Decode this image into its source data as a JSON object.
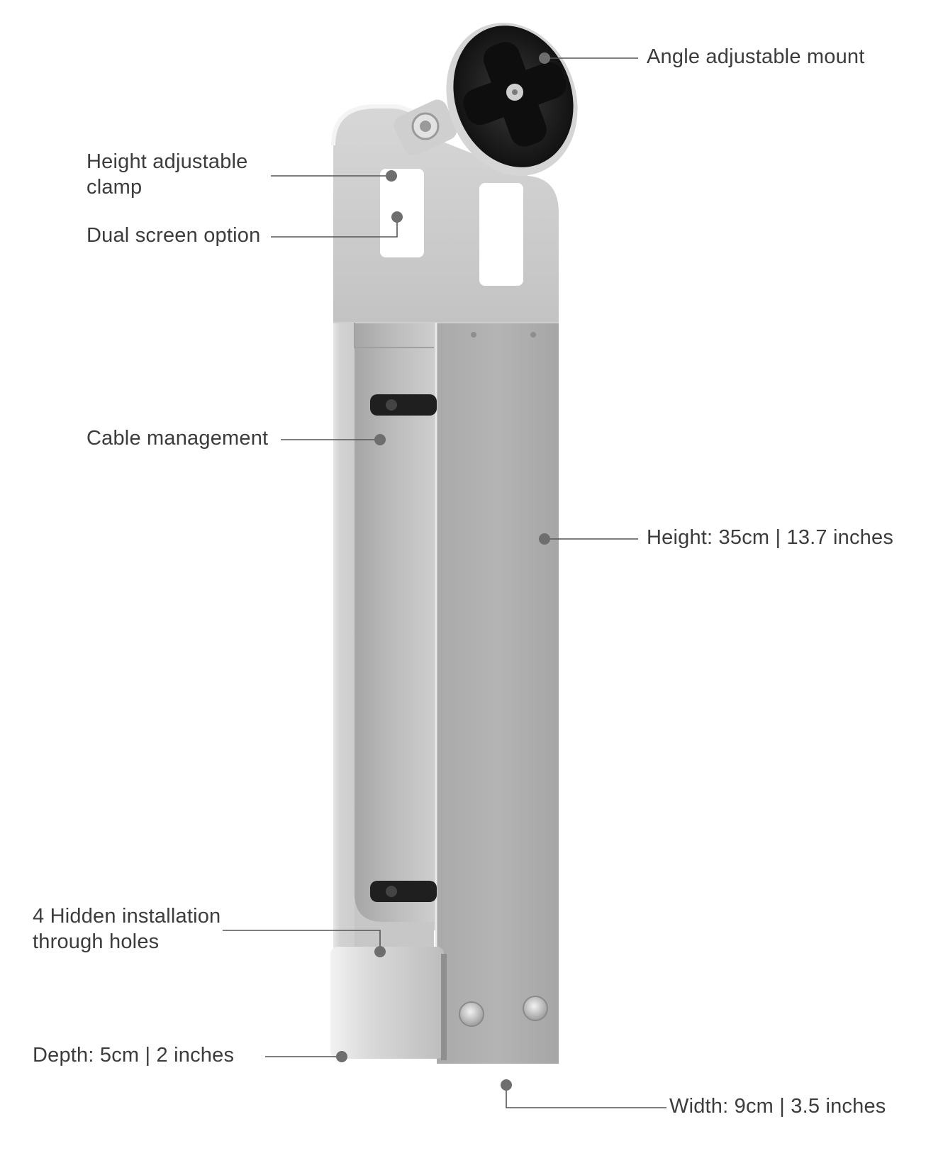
{
  "callouts": {
    "angle_mount": {
      "label": "Angle adjustable mount"
    },
    "height_clamp": {
      "lines": [
        "Height adjustable",
        "clamp"
      ]
    },
    "dual_screen": {
      "label": "Dual screen option"
    },
    "cable_management": {
      "label": "Cable management"
    },
    "height": {
      "label": "Height: 35cm | 13.7 inches"
    },
    "hidden_holes": {
      "lines": [
        "4 Hidden installation",
        "through holes"
      ]
    },
    "depth": {
      "label": "Depth: 5cm | 2 inches"
    },
    "width": {
      "label": "Width: 9cm | 3.5 inches"
    }
  },
  "colors": {
    "aluminium_light": "#d9d9d9",
    "aluminium_mid": "#bdbdbd",
    "aluminium_dark": "#a9a9a9",
    "mount_black": "#1e1e1e",
    "callout_line": "#555555",
    "callout_dot": "#6e6e6e",
    "label_text": "#3c3c3c"
  }
}
